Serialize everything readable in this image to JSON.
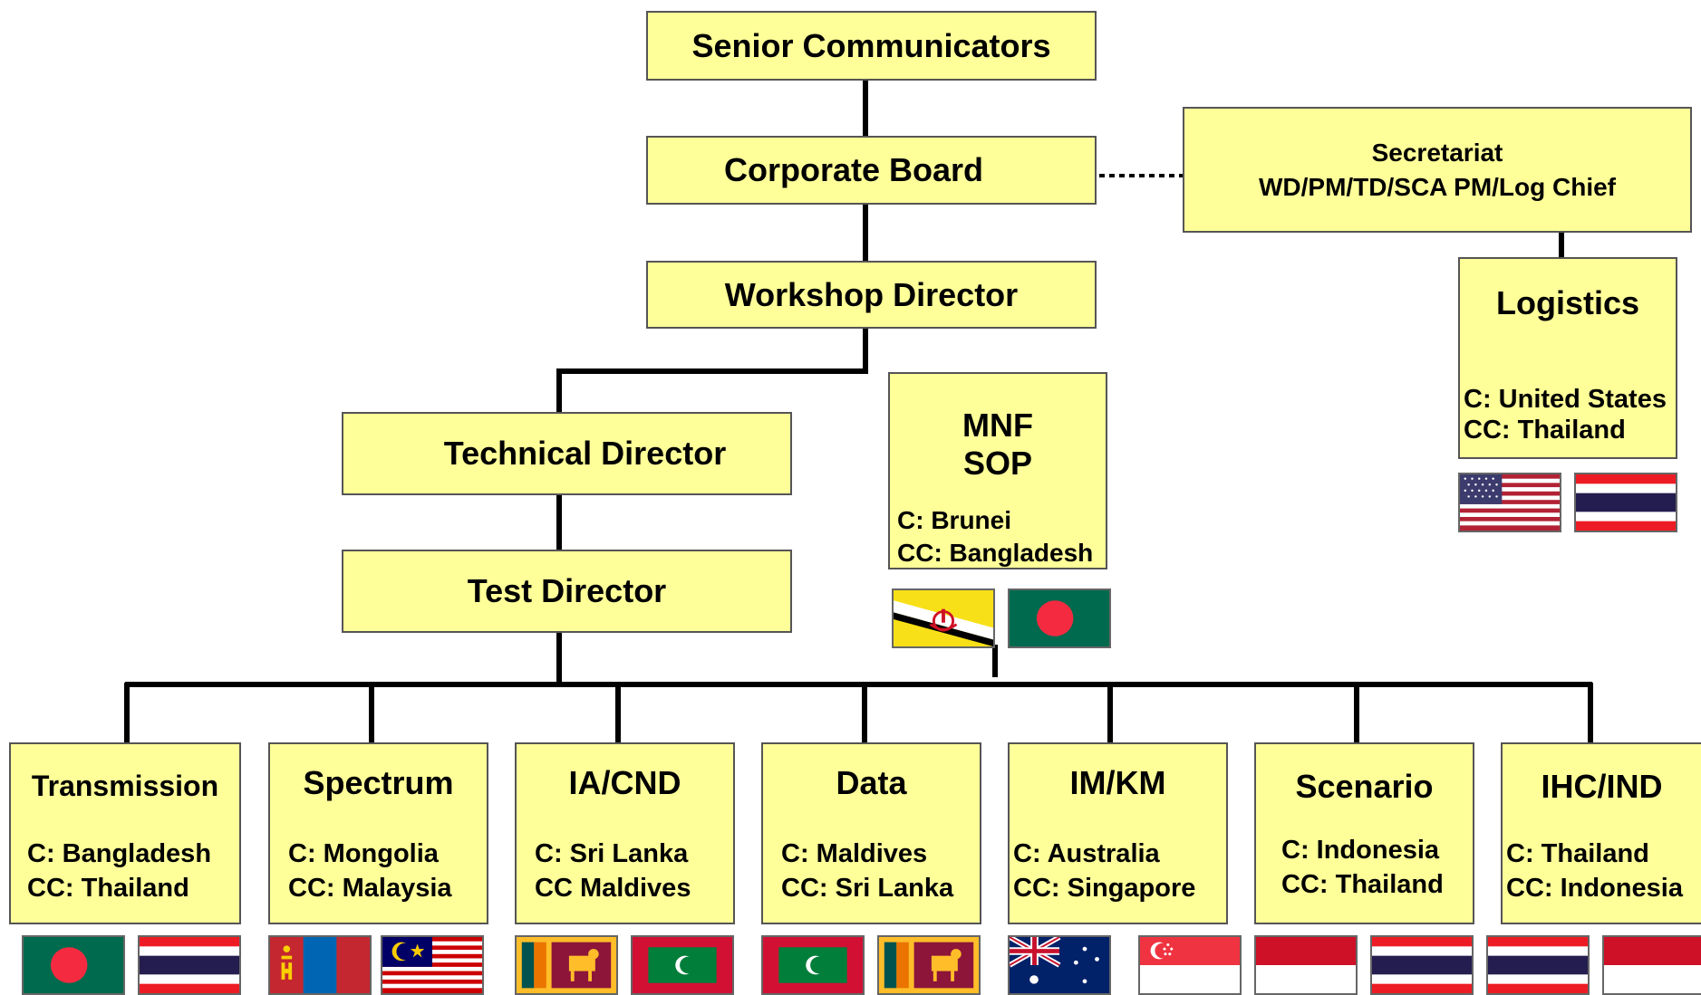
{
  "nodes": {
    "senior": {
      "label": "Senior Communicators"
    },
    "board": {
      "label": "Corporate Board"
    },
    "secretariat": {
      "line1": "Secretariat",
      "line2": "WD/PM/TD/SCA PM/Log Chief"
    },
    "logistics": {
      "title": "Logistics",
      "c": "C: United States",
      "cc": "CC: Thailand"
    },
    "workshop": {
      "label": "Workshop Director"
    },
    "mnf": {
      "line1": "MNF",
      "line2": "SOP",
      "c": "C: Brunei",
      "cc": "CC: Bangladesh"
    },
    "technical": {
      "label": "Technical Director"
    },
    "test": {
      "label": "Test Director"
    }
  },
  "cells": [
    {
      "title": "Transmission",
      "c": "C: Bangladesh",
      "cc": "CC: Thailand"
    },
    {
      "title": "Spectrum",
      "c": "C: Mongolia",
      "cc": "CC: Malaysia"
    },
    {
      "title": "IA/CND",
      "c": "C: Sri Lanka",
      "cc": "CC Maldives"
    },
    {
      "title": "Data",
      "c": "C: Maldives",
      "cc": "CC: Sri Lanka"
    },
    {
      "title": "IM/KM",
      "c": "C: Australia",
      "cc": "CC: Singapore"
    },
    {
      "title": "Scenario",
      "c": "C: Indonesia",
      "cc": "CC: Thailand"
    },
    {
      "title": "IHC/IND",
      "c": "C: Thailand",
      "cc": "CC: Indonesia"
    }
  ],
  "colors": {
    "box_fill": "#ffff99",
    "connector": "#000000"
  },
  "flags": [
    "bangladesh-flag",
    "thailand-flag",
    "mongolia-flag",
    "malaysia-flag",
    "sri-lanka-flag",
    "maldives-flag",
    "australia-flag",
    "singapore-flag",
    "indonesia-flag",
    "united-states-flag",
    "brunei-flag"
  ]
}
